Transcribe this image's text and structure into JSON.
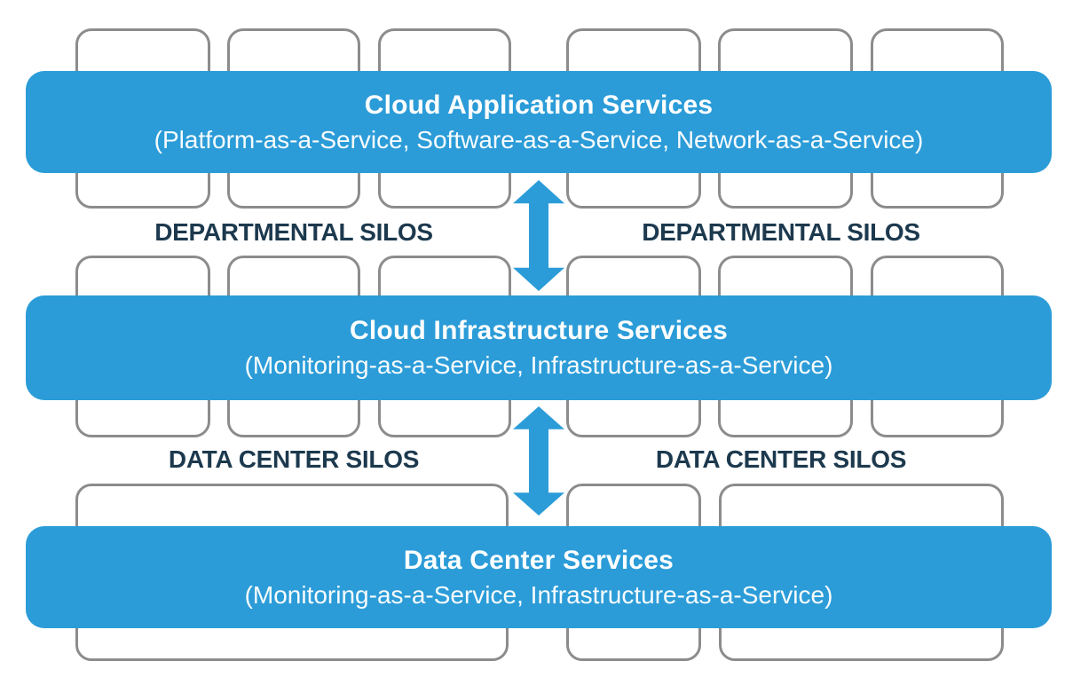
{
  "diagram": {
    "bands": [
      {
        "title": "Cloud Application Services",
        "subtitle": "(Platform-as-a-Service, Software-as-a-Service, Network-as-a-Service)"
      },
      {
        "title": "Cloud Infrastructure Services",
        "subtitle": "(Monitoring-as-a-Service, Infrastructure-as-a-Service)"
      },
      {
        "title": "Data Center Services",
        "subtitle": "(Monitoring-as-a-Service, Infrastructure-as-a-Service)"
      }
    ],
    "labels": {
      "departmental_left": "DEPARTMENTAL SILOS",
      "departmental_right": "DEPARTMENTAL SILOS",
      "datacenter_left": "DATA CENTER SILOS",
      "datacenter_right": "DATA CENTER SILOS"
    },
    "colors": {
      "accent_blue": "#2B9CD8",
      "label_navy": "#1C394E",
      "silo_border": "#8C8C8C",
      "band_text": "#FFFFFF",
      "background": "#FFFFFF"
    }
  }
}
